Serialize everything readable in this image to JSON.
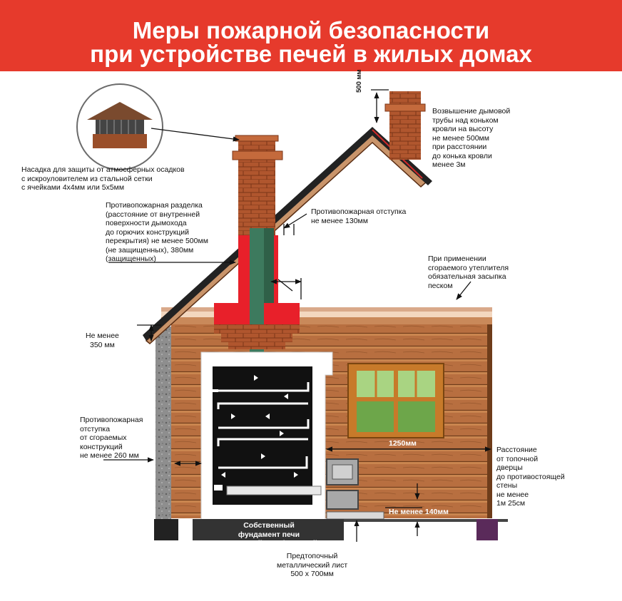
{
  "title": {
    "line1": "Меры пожарной безопасности",
    "line2": "при устройстве печей в жилых домах"
  },
  "colors": {
    "banner": "#e63a2c",
    "brick": "#b0562e",
    "wood": "#b06a3c",
    "fire_cut": "#e8202a",
    "flue": "#3d7a5e",
    "stove": "#111111"
  },
  "labels": {
    "spark_cap": "Насадка для защиты от атмосферных осадков\nс искроуловителем из стальной сетки\nс ячейками 4х4мм или 5х5мм",
    "chimney_height": "Возвышение дымовой\nтрубы над коньком\nкровли на высоту\nне менее 500мм\nпри расстоянии\nдо конька кровли\nменее 3м",
    "dim_500": "500 мм",
    "fire_cut_desc": "Противопожарная разделка\n(расстояние от внутренней\nповерхности дымохода\nдо горючих конструкций\nперекрытия) не менее 500мм\n(не защищенных), 380мм\n(защищенных)",
    "roof_offset": "Противопожарная отступка\nне менее 130мм",
    "insulation": "При применении\nсгораемого утеплителя\nобязательная засыпка\nпеском",
    "min_350": "Не менее\n350 мм",
    "side_offset": "Противопожарная\nотступка\nот сгораемых\nконструкций\nне менее 260 мм",
    "door_distance": "Расстояние\nот топочной\nдверцы\nдо противостоящей\nстены\nне менее\n1м 25см",
    "dim_1250": "1250мм",
    "min_140": "Не менее 140мм",
    "foundation": "Собственный\nфундамент печи\nкирпичный или бетонный",
    "metal_sheet": "Предтопочный\nметаллический лист\n500 х 700мм"
  }
}
